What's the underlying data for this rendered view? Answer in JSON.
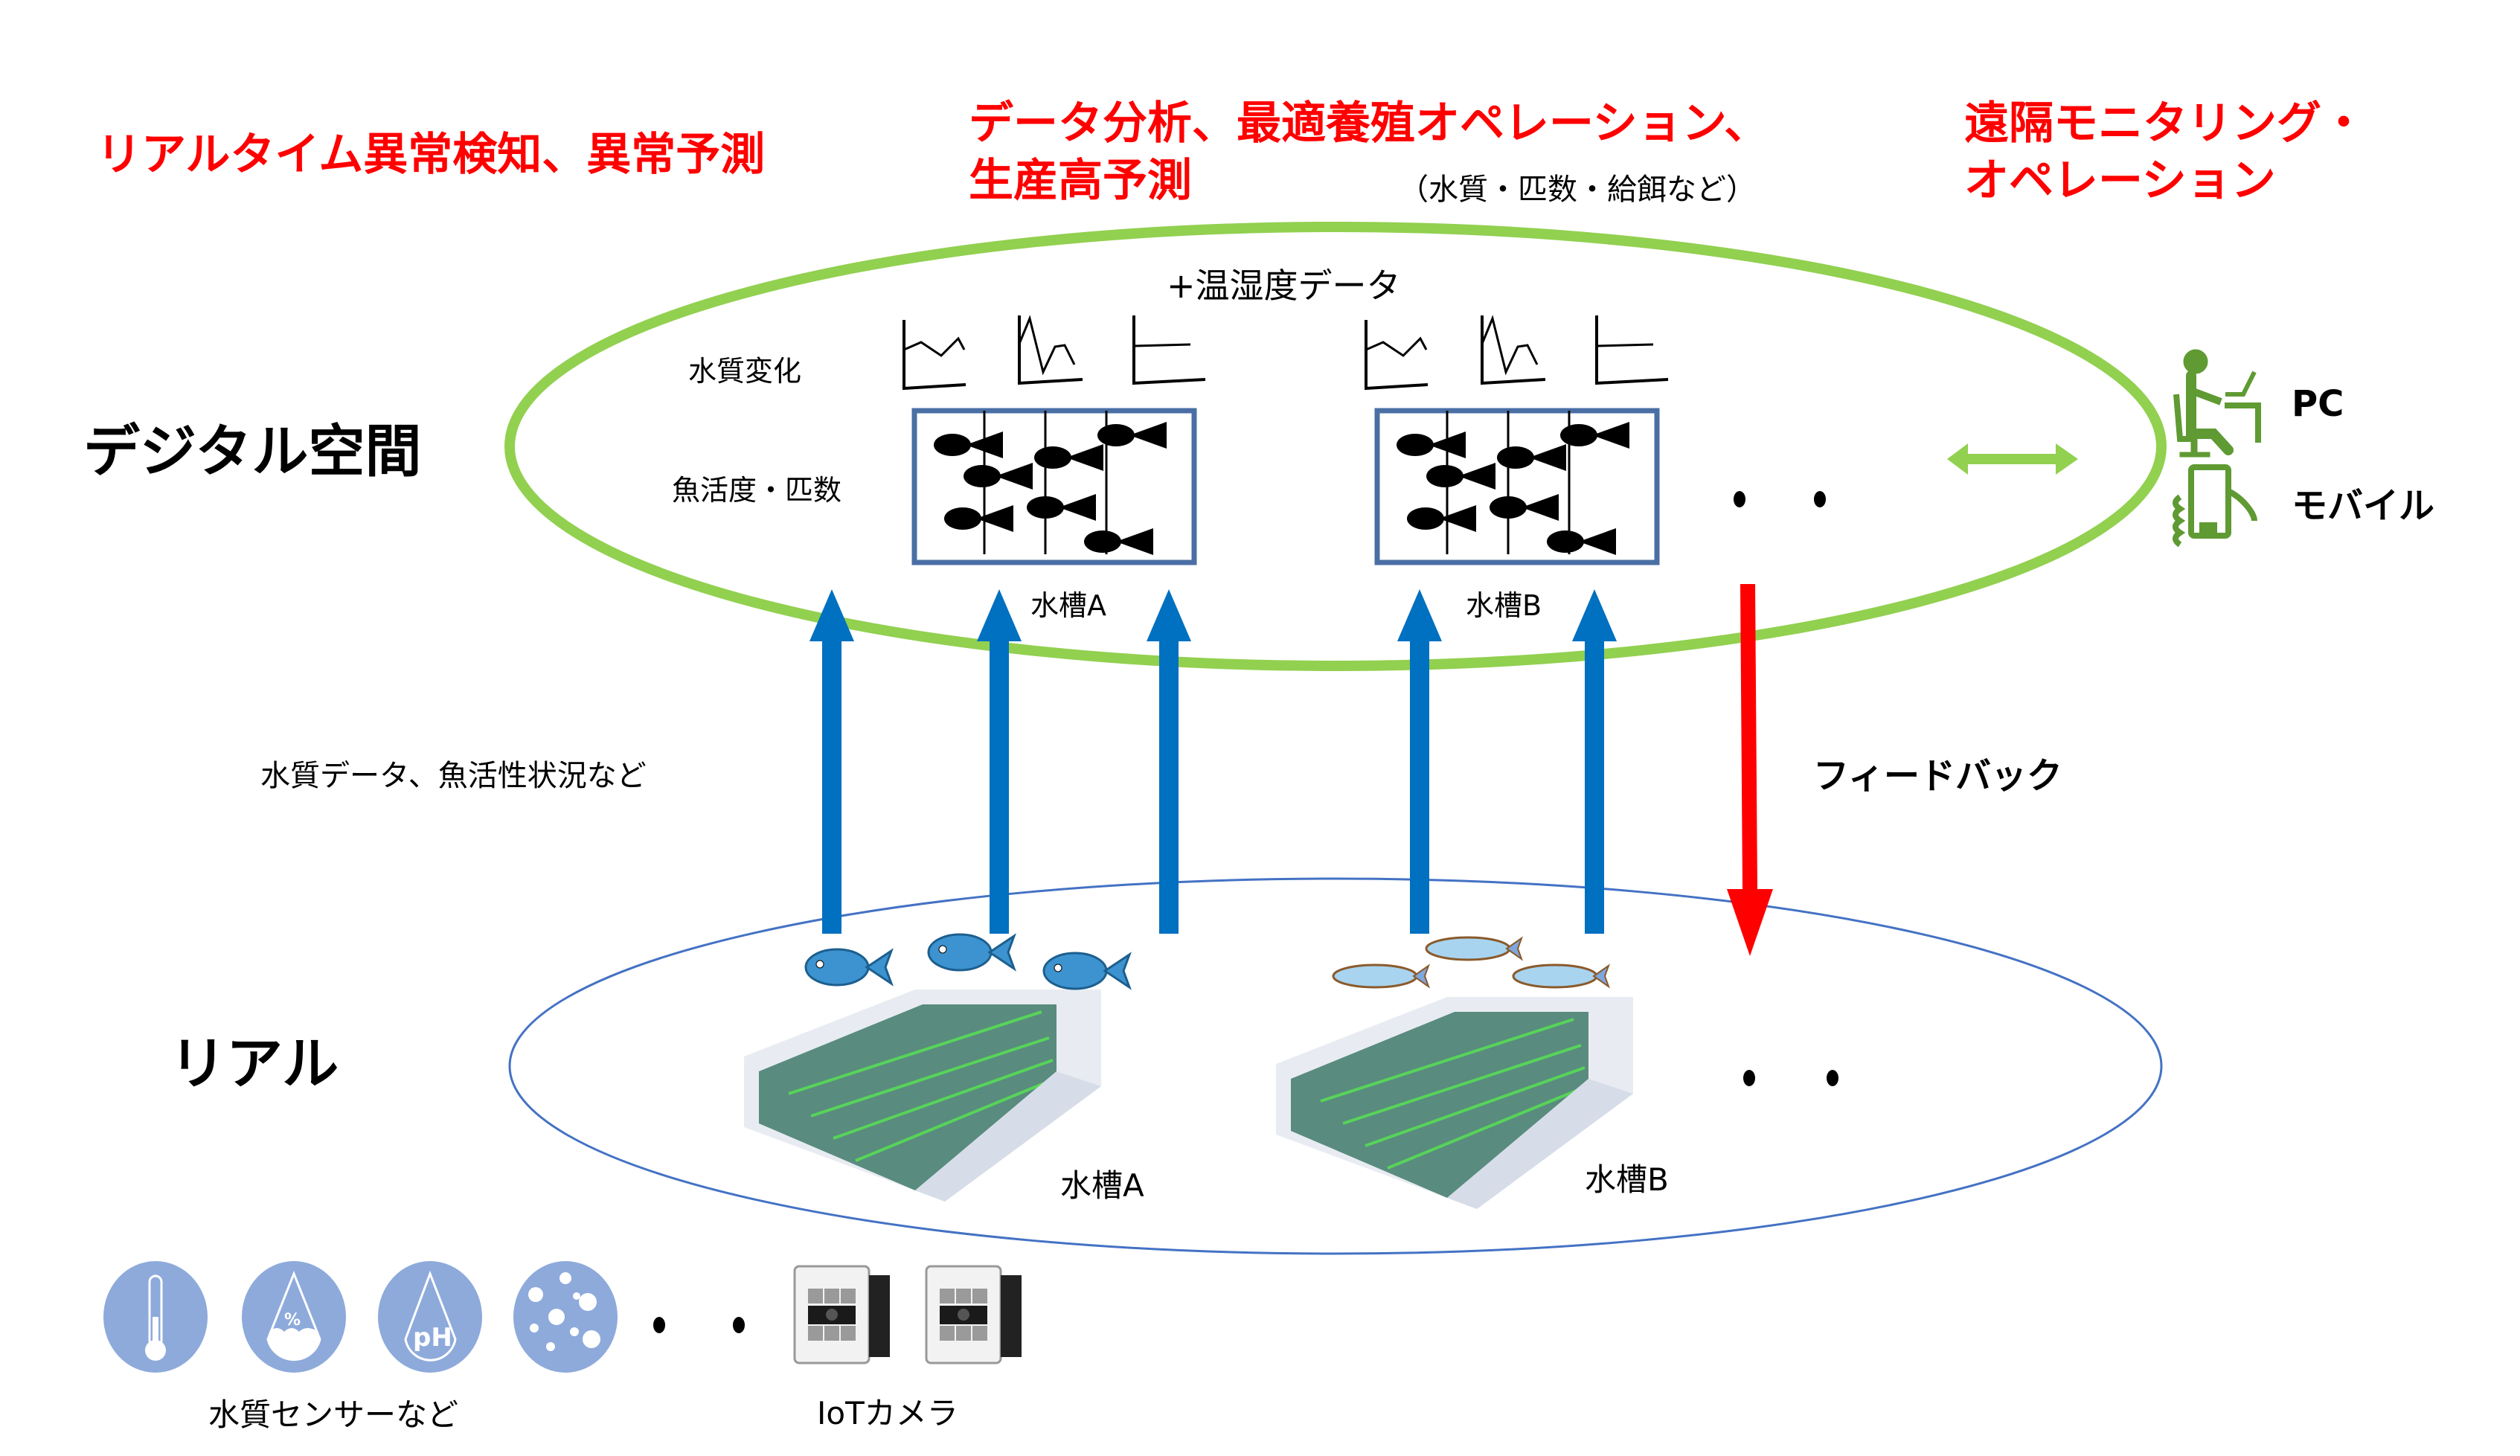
{
  "headlines": {
    "left": "リアルタイム異常検知、異常予測",
    "center_line1": "データ分析、最適養殖オペレーション、",
    "center_line2": "生産高予測",
    "center_note": "（水質・匹数・給餌など）",
    "right_line1": "遠隔モニタリング・",
    "right_line2": "オペレーション"
  },
  "digital_space": {
    "label": "デジタル空間",
    "extra_data": "+温湿度データ",
    "row_water_quality": "水質変化",
    "row_fish_activity": "魚活度・匹数",
    "tanks": [
      {
        "label": "水槽A"
      },
      {
        "label": "水槽B"
      }
    ],
    "ellipsis": "・・"
  },
  "real_space": {
    "label": "リアル",
    "tanks": [
      {
        "label": "水槽A",
        "fish_type": "sea-bream"
      },
      {
        "label": "水槽B",
        "fish_type": "sardine"
      }
    ],
    "ellipsis": "・・"
  },
  "flows": {
    "upload_label": "水質データ、魚活性状況など",
    "feedback_label": "フィードバック"
  },
  "remote_devices": {
    "pc_label": "PC",
    "mobile_label": "モバイル"
  },
  "sensors": {
    "label": "水質センサーなど",
    "icons": [
      "thermometer-icon",
      "humidity-percent-icon",
      "ph-drop-icon",
      "dissolved-oxygen-bubbles-icon"
    ],
    "ph_text": "pH",
    "percent_text": "%",
    "ellipsis": "・・"
  },
  "cameras": {
    "label": "IoTカメラ",
    "count": 2
  },
  "colors": {
    "headline_red": "#ff0000",
    "digital_ellipse_green": "#92d050",
    "real_ellipse_blue": "#4472c4",
    "upload_arrow_blue": "#0070c0",
    "feedback_arrow_red": "#ff0000",
    "tank_box_blue": "#4a6fa5",
    "device_green": "#5f9a33",
    "sensor_blue": "#8eaadb"
  }
}
